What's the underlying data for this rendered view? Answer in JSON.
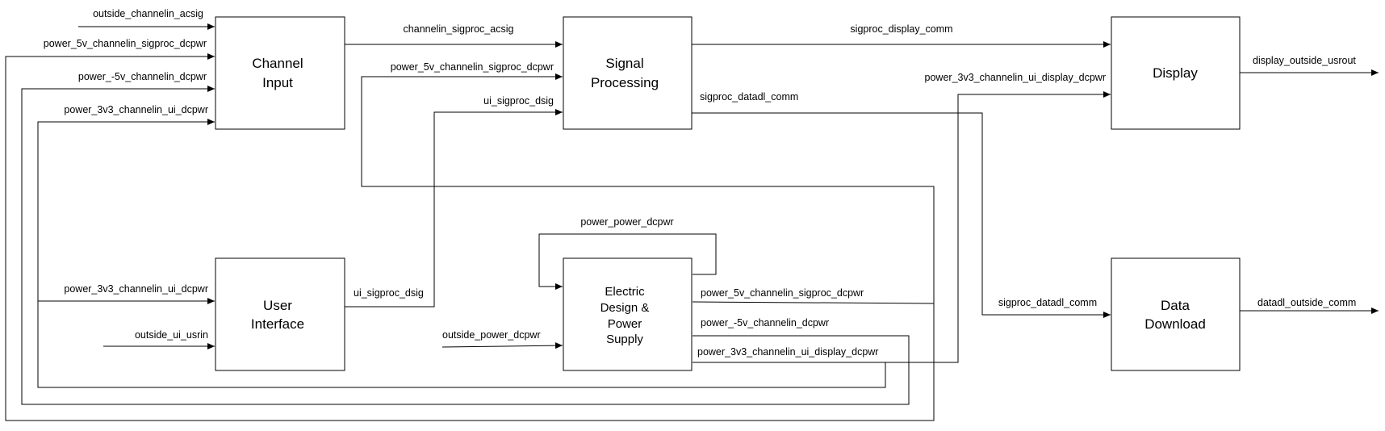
{
  "blocks": {
    "channel_input": [
      "Channel",
      "Input"
    ],
    "signal_processing": [
      "Signal",
      "Processing"
    ],
    "display": [
      "Display"
    ],
    "user_interface": [
      "User",
      "Interface"
    ],
    "power_supply": [
      "Electric",
      "Design &",
      "Power",
      "Supply"
    ],
    "data_download": [
      "Data",
      "Download"
    ]
  },
  "signals": {
    "outside_channelin_acsig": "outside_channelin_acsig",
    "power_5v_in_channel": "power_5v_channelin_sigproc_dcpwr",
    "power_neg5v_in_channel": "power_-5v_channelin_dcpwr",
    "power_3v3_in_channel": "power_3v3_channelin_ui_dcpwr",
    "channelin_sigproc_acsig": "channelin_sigproc_acsig",
    "power_5v_in_sigproc": "power_5v_channelin_sigproc_dcpwr",
    "ui_sigproc_dsig_in": "ui_sigproc_dsig",
    "sigproc_display_comm": "sigproc_display_comm",
    "sigproc_datadl_comm_out": "sigproc_datadl_comm",
    "power_3v3_in_display": "power_3v3_channelin_ui_display_dcpwr",
    "display_outside_usrout": "display_outside_usrout",
    "power_3v3_in_ui": "power_3v3_channelin_ui_dcpwr",
    "outside_ui_usrin": "outside_ui_usrin",
    "ui_sigproc_dsig_out": "ui_sigproc_dsig",
    "power_power_dcpwr": "power_power_dcpwr",
    "outside_power_dcpwr": "outside_power_dcpwr",
    "power_5v_out": "power_5v_channelin_sigproc_dcpwr",
    "power_neg5v_out": "power_-5v_channelin_dcpwr",
    "power_3v3_out": "power_3v3_channelin_ui_display_dcpwr",
    "sigproc_datadl_comm_in": "sigproc_datadl_comm",
    "datadl_outside_comm": "datadl_outside_comm"
  }
}
